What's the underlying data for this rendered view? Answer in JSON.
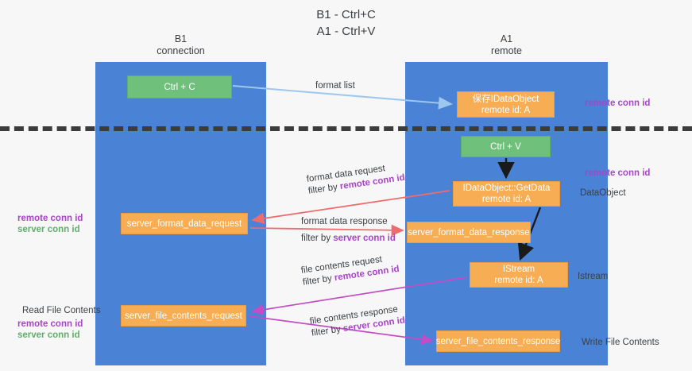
{
  "title": {
    "line1": "B1 - Ctrl+C",
    "line2": "A1 - Ctrl+V"
  },
  "lanes": [
    {
      "id": "b1",
      "line1": "B1",
      "line2": "connection",
      "color": "#4a82d6"
    },
    {
      "id": "a1",
      "line1": "A1",
      "line2": "remote",
      "color": "#4a82d6"
    }
  ],
  "nodes": {
    "ctrl_c": {
      "line1": "Ctrl + C",
      "line2": "",
      "color": "#6fc07a"
    },
    "idataobject": {
      "line1": "保存IDataObject",
      "line2": "remote id: A",
      "color": "#f7ad53"
    },
    "ctrl_v": {
      "line1": "Ctrl + V",
      "line2": "",
      "color": "#6fc07a"
    },
    "getdata": {
      "line1": "IDataObject::GetData",
      "line2": "remote id: A",
      "color": "#f7ad53"
    },
    "sfd_request": {
      "line1": "server_format_data_request",
      "line2": "",
      "color": "#f7ad53"
    },
    "sfd_response": {
      "line1": "server_format_data_response",
      "line2": "",
      "color": "#f7ad53"
    },
    "istream": {
      "line1": "IStream",
      "line2": "remote id: A",
      "color": "#f7ad53"
    },
    "sfc_request": {
      "line1": "server_file_contents_request",
      "line2": "",
      "color": "#f7ad53"
    },
    "sfc_response": {
      "line1": "server_file_contents_response",
      "line2": "",
      "color": "#f7ad53"
    }
  },
  "edge_labels": {
    "format_list": {
      "l1": "format list",
      "l2_pre": "",
      "l2_key": ""
    },
    "format_data_request": {
      "l1": "format data request",
      "l2_pre": "filter by ",
      "l2_key": "remote conn id"
    },
    "format_data_response": {
      "l1": "format data response",
      "l2_pre": "filter by ",
      "l2_key": "server conn id"
    },
    "file_contents_request": {
      "l1": "file contents request",
      "l2_pre": "filter by ",
      "l2_key": "remote conn id"
    },
    "file_contents_response": {
      "l1": "file contents response",
      "l2_pre": "filter by ",
      "l2_key": "server conn id"
    }
  },
  "side_labels": {
    "remote_conn_id_top": "remote conn id",
    "remote_conn_id_mid": "remote conn id",
    "dataobject": "DataObject",
    "istream": "Istream",
    "write_file_contents": "Write File Contents",
    "read_file_contents": "Read File Contents",
    "left_remote_conn_id_1": "remote conn id",
    "left_server_conn_id_1": "server conn id",
    "left_remote_conn_id_2": "remote conn id",
    "left_server_conn_id_2": "server conn id"
  },
  "colors": {
    "lane": "#4a82d6",
    "green_node": "#6fc07a",
    "orange_node": "#f7ad53",
    "purple_text": "#a943c8",
    "green_text": "#5fae6a",
    "arrow_blue": "#9cc7ee",
    "arrow_red": "#ef6c6c",
    "arrow_black": "#1a1a1a",
    "arrow_magenta": "#c44cc4",
    "divider": "#3c3c3c",
    "background": "#f7f7f8"
  }
}
